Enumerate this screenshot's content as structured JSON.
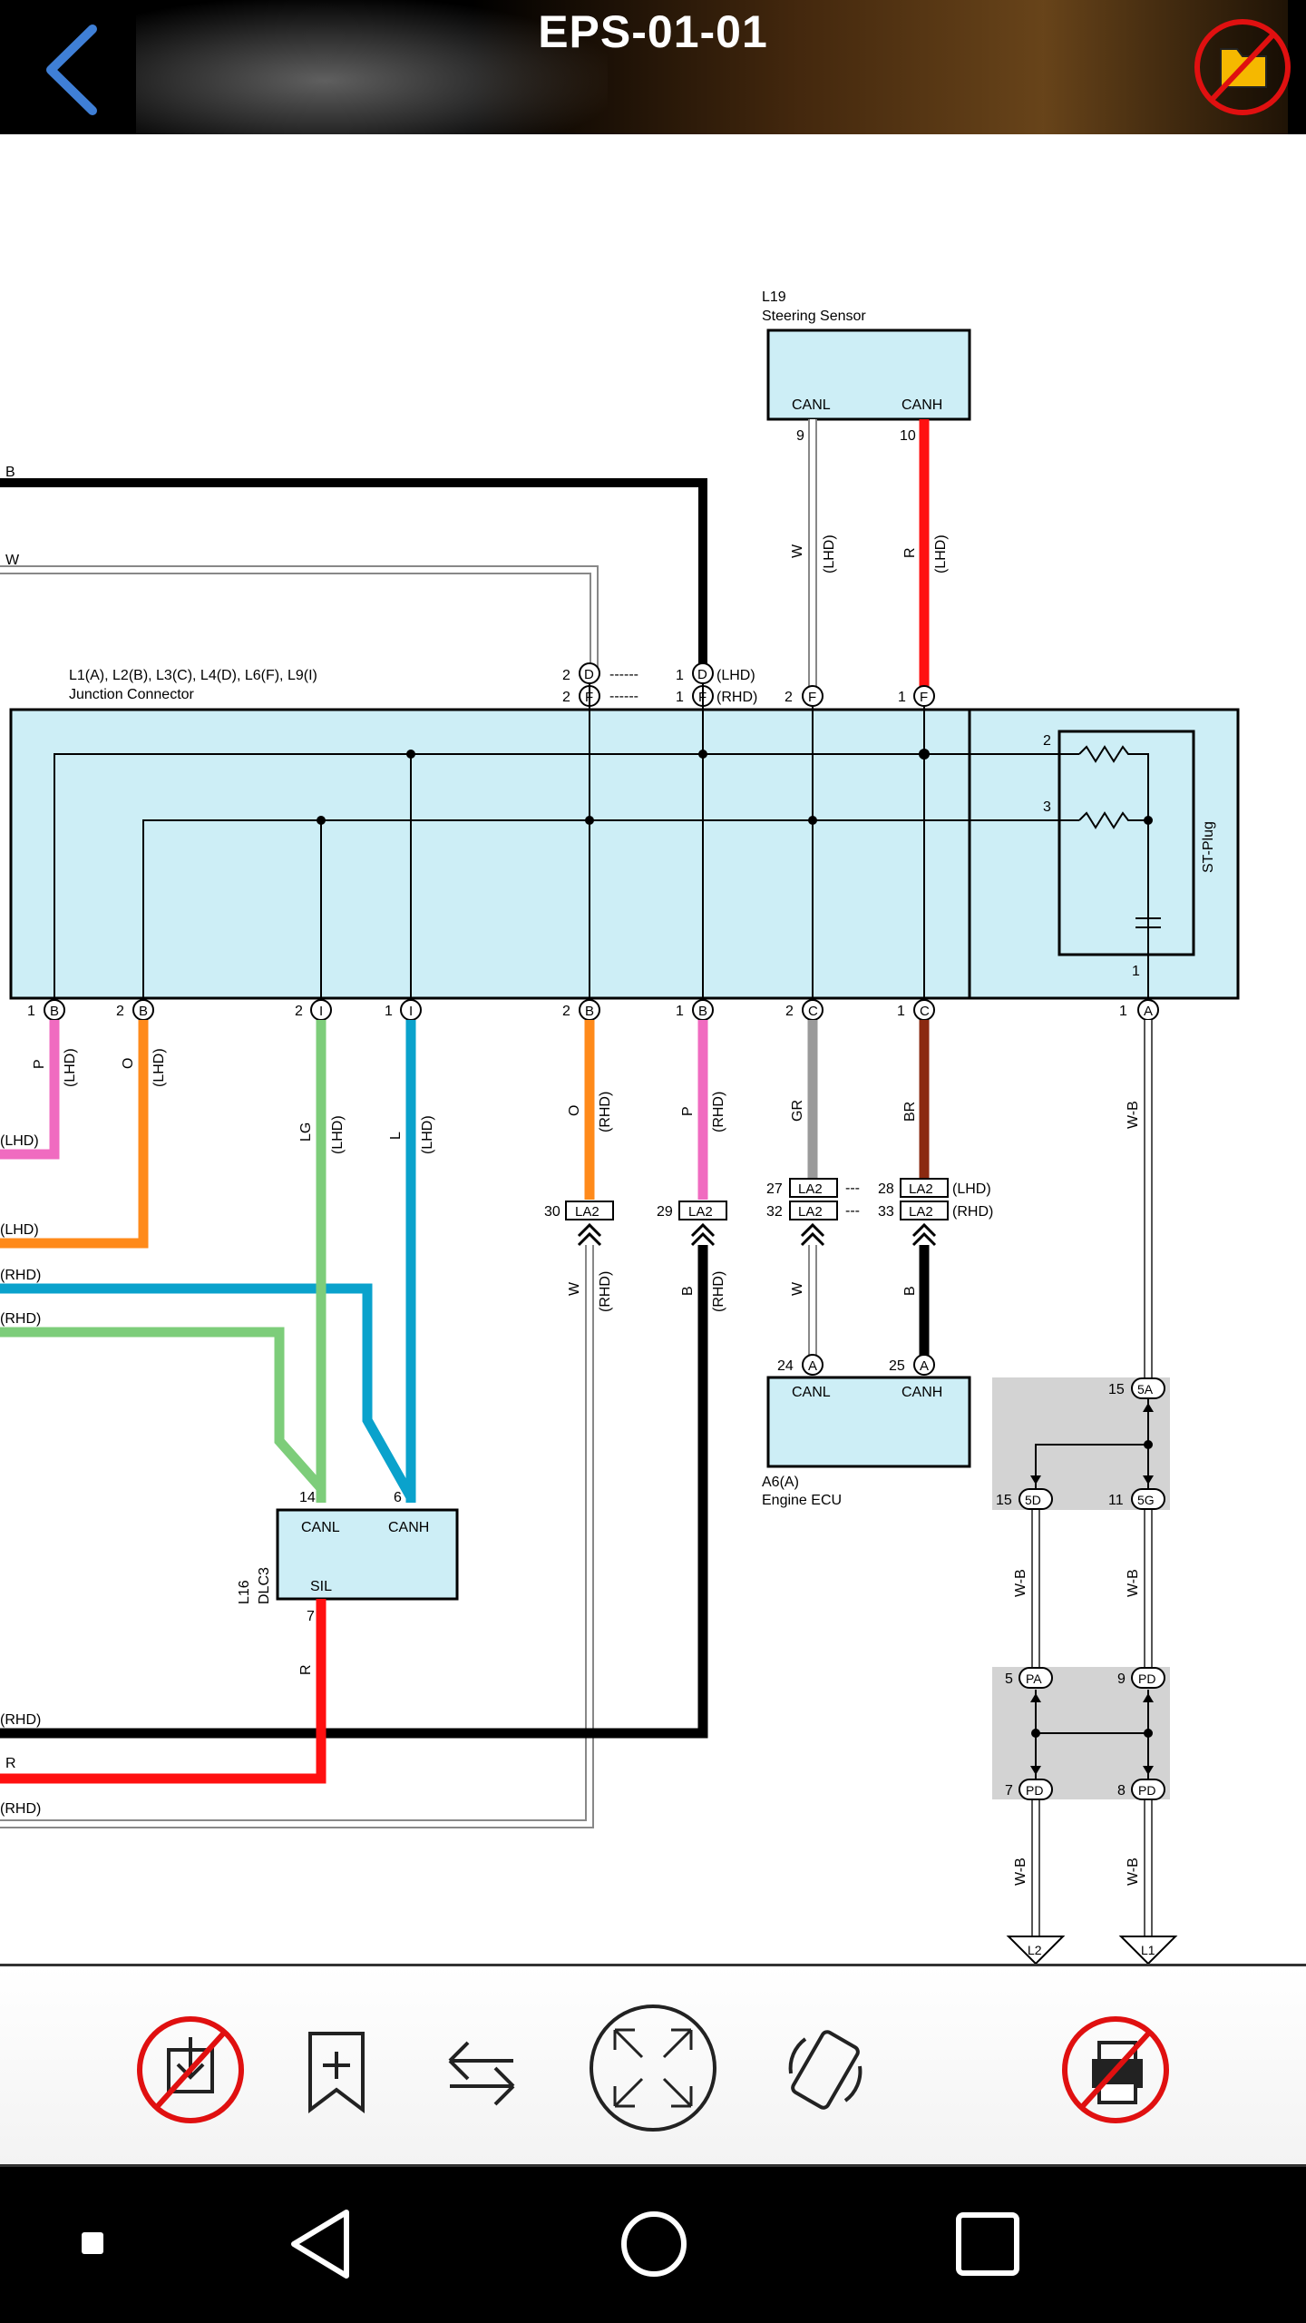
{
  "header": {
    "title": "EPS-01-01",
    "back_icon": "chevron-left-icon",
    "action_icon": "folder-disabled-icon"
  },
  "diagram": {
    "top_left_wires": {
      "b_label": "B",
      "w_label": "W"
    },
    "junction_connector": {
      "title_line1": "L1(A), L2(B), L3(C), L4(D), L6(F), L9(I)",
      "title_line2": "Junction Connector"
    },
    "top_pins": [
      {
        "pin_left": "2",
        "letter": "D",
        "dash": "------",
        "pin_right": "1",
        "letter_right": "D",
        "note": "(LHD)"
      },
      {
        "pin_left": "2",
        "letter": "F",
        "dash": "------",
        "pin_right": "1",
        "letter_right": "F",
        "note": "(RHD)"
      }
    ],
    "steering_sensor": {
      "id": "L19",
      "name": "Steering Sensor",
      "canl": "CANL",
      "canh": "CANH",
      "pin_canl": "9",
      "pin_canh": "10",
      "wire_canl": "W",
      "wire_canh": "R",
      "note": "(LHD)",
      "conn_pin_canl": "2",
      "conn_pin_canh": "1",
      "conn_letter": "F"
    },
    "st_plug": {
      "label": "ST-Plug",
      "pin2": "2",
      "pin3": "3",
      "pin1": "1"
    },
    "bottom_pins": [
      {
        "num": "1",
        "letter": "B",
        "wire": "P",
        "note": "(LHD)"
      },
      {
        "num": "2",
        "letter": "B",
        "wire": "O",
        "note": "(LHD)"
      },
      {
        "num": "2",
        "letter": "I",
        "wire": "LG",
        "note": "(LHD)"
      },
      {
        "num": "1",
        "letter": "I",
        "wire": "L",
        "note": "(LHD)"
      },
      {
        "num": "2",
        "letter": "B",
        "wire": "O",
        "note": "(RHD)"
      },
      {
        "num": "1",
        "letter": "B",
        "wire": "P",
        "note": "(RHD)"
      },
      {
        "num": "2",
        "letter": "C",
        "wire": "GR"
      },
      {
        "num": "1",
        "letter": "C",
        "wire": "BR"
      },
      {
        "num": "1",
        "letter": "A",
        "wire": "W-B"
      }
    ],
    "left_labels": [
      "(LHD)",
      "(LHD)",
      "(RHD)",
      "(RHD)",
      "(RHD)",
      "(RHD)"
    ],
    "left_r_label": "R",
    "la2_connectors": {
      "label": "LA2",
      "pin30": "30",
      "pin29": "29",
      "w_below": "W",
      "b_below": "B",
      "rhd": "(RHD)",
      "pin27": "27",
      "pin28": "28",
      "pin32": "32",
      "pin33": "33",
      "lhd": "(LHD)",
      "rhd2": "(RHD)",
      "dash1": "---",
      "dash2": "---"
    },
    "engine_ecu": {
      "id": "A6(A)",
      "name": "Engine ECU",
      "canl": "CANL",
      "canh": "CANH",
      "pin_canl": "24",
      "pin_canh": "25",
      "letter": "A",
      "wire_canl": "W",
      "wire_canh": "B"
    },
    "dlc3": {
      "id": "L16",
      "name": "DLC3",
      "canl": "CANL",
      "canh": "CANH",
      "sil": "SIL",
      "pin_canl": "14",
      "pin_canh": "6",
      "pin_sil": "7",
      "wire_sil": "R"
    },
    "ground_junctions": {
      "j1": {
        "pin15a": "15",
        "lbl15a": "5A",
        "pin15d": "15",
        "lbl5d": "5D",
        "pin11": "11",
        "lbl5g": "5G"
      },
      "j2": {
        "pin5": "5",
        "lblpa": "PA",
        "pin9": "9",
        "lblpd": "PD",
        "pin7": "7",
        "lblpd2": "PD",
        "pin8": "8",
        "lblpd3": "PD"
      },
      "wire": "W-B",
      "gnd_l2": "L2",
      "gnd_l1": "L1"
    }
  },
  "toolbar": {
    "items": [
      "download-disabled-icon",
      "bookmark-add-icon",
      "swap-arrows-icon",
      "fit-screen-icon",
      "rotate-screen-icon",
      "print-disabled-icon"
    ]
  },
  "navbar": {
    "items": [
      "recents-dot-icon",
      "back-triangle-icon",
      "home-circle-icon",
      "overview-square-icon"
    ]
  },
  "colors": {
    "connector_fill": "#cdeef6",
    "wire_red": "#ff1010",
    "wire_pink": "#f06bc0",
    "wire_orange": "#ff8a1a",
    "wire_lightgreen": "#7dcd7a",
    "wire_blue": "#0aa2cc",
    "wire_gray": "#9a9a9a",
    "wire_brown": "#8b2a10",
    "header_accent": "#3f7fd6",
    "disabled_red": "#e01010"
  }
}
